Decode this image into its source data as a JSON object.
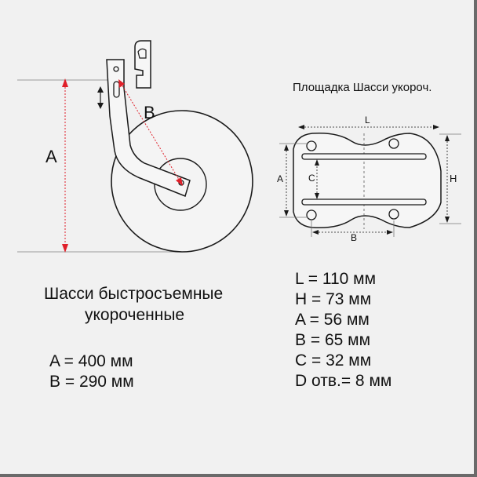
{
  "wheel_diagram": {
    "dimension_a": "A",
    "dimension_b": "B"
  },
  "platform": {
    "title": "Площадка Шасси укороч.",
    "label_l": "L",
    "label_h": "H",
    "label_a": "A",
    "label_c": "C",
    "label_b": "B"
  },
  "product": {
    "title_line1": "Шасси быстросъемные",
    "title_line2": "укороченные",
    "dims": [
      "A = 400 мм",
      "B = 290 мм"
    ]
  },
  "specs": [
    "L  = 110 мм",
    "H = 73 мм",
    "A = 56 мм",
    "B = 65 мм",
    "C = 32 мм",
    "D отв.= 8 мм"
  ],
  "colors": {
    "background": "#f1f1f1",
    "line": "#1a1a1a",
    "dimension": "#e0202a",
    "frame_shadow": "#6a6a6a"
  }
}
